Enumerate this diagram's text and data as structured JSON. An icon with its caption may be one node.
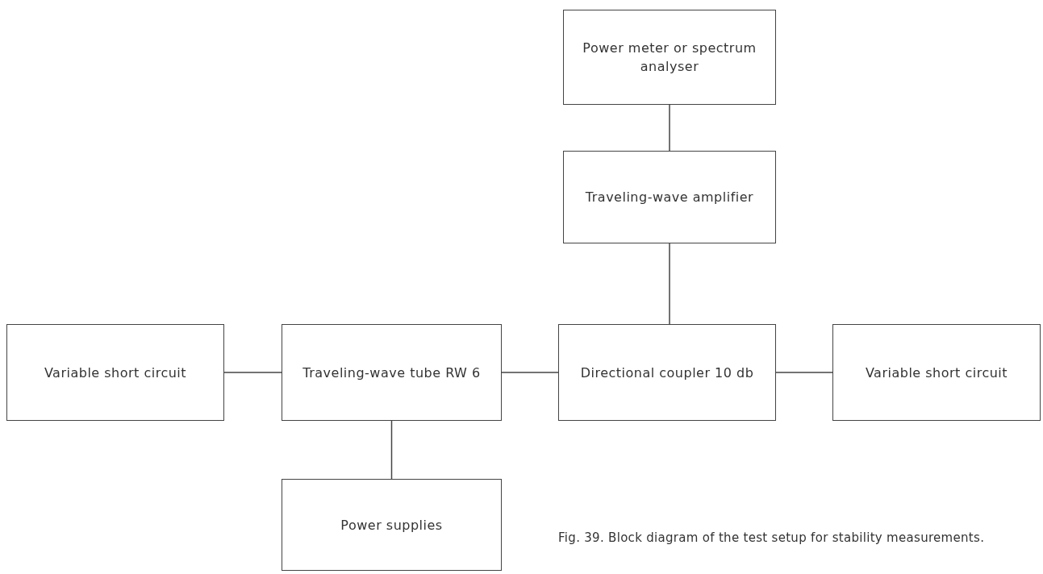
{
  "diagram": {
    "caption": "Fig. 39.  Block diagram of the test setup for stability measurements.",
    "nodes": [
      {
        "text": [
          "Power meter or spectrum analyser"
        ]
      },
      {
        "text": [
          "Traveling-wave amplifier"
        ]
      },
      {
        "text": [
          "Variable short circuit"
        ]
      },
      {
        "text": [
          "Traveling-wave tube RW 6"
        ]
      },
      {
        "text": [
          "Directional coupler 10 db"
        ]
      },
      {
        "text": [
          "Variable short circuit"
        ]
      },
      {
        "text": [
          "Power supplies"
        ]
      }
    ],
    "edges": [
      {
        "from": 0,
        "to": 1,
        "arrow": "none"
      },
      {
        "from": 1,
        "to": 4,
        "arrow": "none"
      },
      {
        "from": 2,
        "to": 3,
        "arrow": "none"
      },
      {
        "from": 3,
        "to": 4,
        "arrow": "none"
      },
      {
        "from": 4,
        "to": 5,
        "arrow": "none"
      },
      {
        "from": 3,
        "to": 6,
        "arrow": "none"
      }
    ]
  }
}
